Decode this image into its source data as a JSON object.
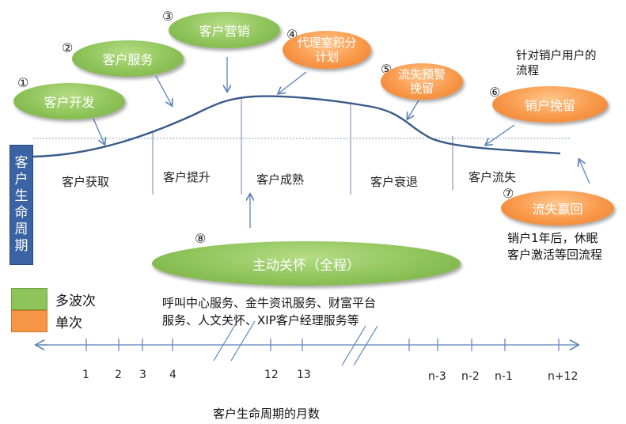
{
  "vertical_title": [
    "客",
    "户",
    "生",
    "命",
    "周",
    "期"
  ],
  "bubbles": {
    "b1": {
      "num": "①",
      "label": "客户开发"
    },
    "b2": {
      "num": "②",
      "label": "客户服务"
    },
    "b3": {
      "num": "③",
      "label": "客户营销"
    },
    "b4": {
      "num": "④",
      "label": "代理室积分计划"
    },
    "b5": {
      "num": "⑤",
      "label": "流失预警挽留"
    },
    "b6": {
      "num": "⑥",
      "label": "销户挽留"
    },
    "b7": {
      "num": "⑦",
      "label": "流失赢回"
    },
    "b8": {
      "num": "⑧",
      "label": "主动关怀（全程）"
    }
  },
  "stages": [
    "客户获取",
    "客户提升",
    "客户成熟",
    "客户衰退",
    "客户流失"
  ],
  "notes": {
    "closing_line1": "针对销户用户的",
    "closing_line2": "流程",
    "winback_line1": "销户1年后，休眠",
    "winback_line2": "客户激活等回流程",
    "care_line1": "呼叫中心服务、金牛资讯服务、财富平台",
    "care_line2": "服务、人文关怀、XIP客户经理服务等"
  },
  "legend": {
    "multi": {
      "label": "多波次",
      "color": "#8fc45a"
    },
    "single": {
      "label": "单次",
      "color": "#f79646"
    }
  },
  "axis": {
    "ticks": [
      "1",
      "2",
      "3",
      "4",
      "12",
      "13",
      "n-3",
      "n-2",
      "n-1",
      "n+12"
    ],
    "title": "客户生命周期的月数"
  },
  "colors": {
    "curve": "#3a5a8a",
    "green": "#8fc45a",
    "orange": "#f79646",
    "title_box": "#3b62a3"
  }
}
